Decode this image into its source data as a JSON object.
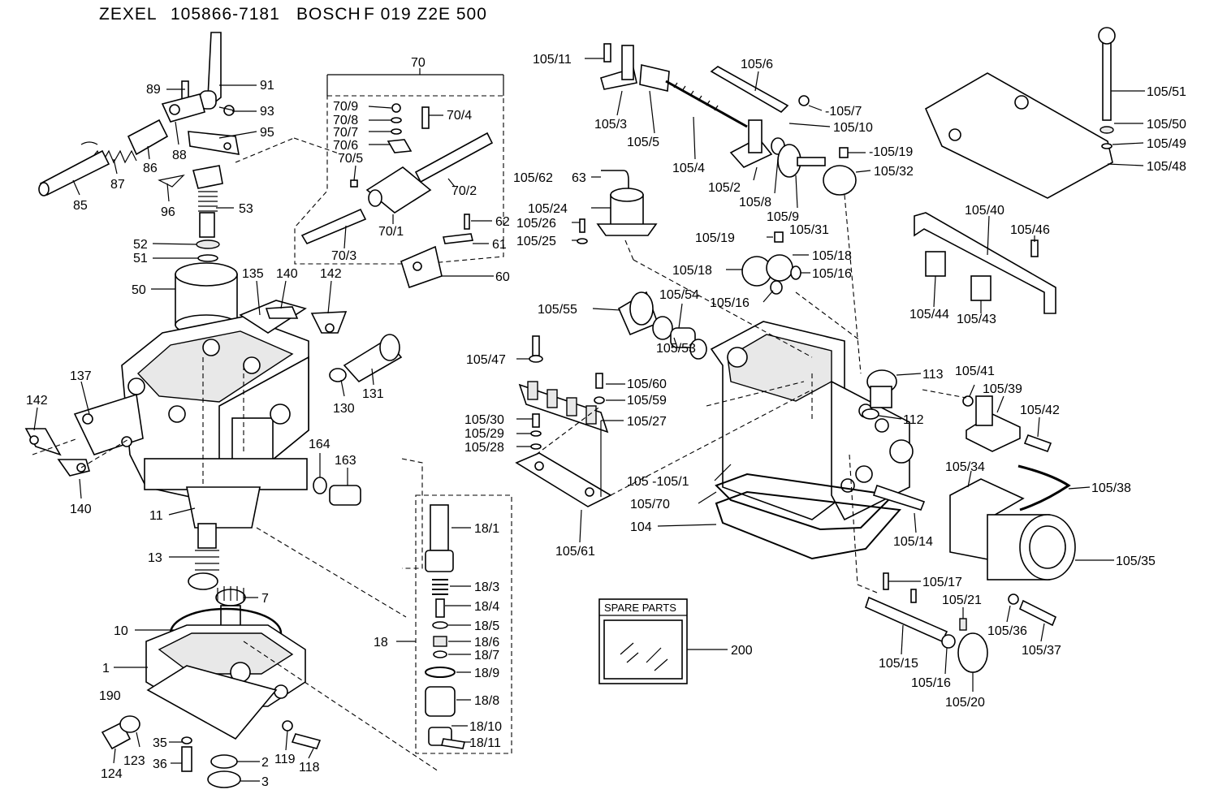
{
  "header": {
    "maker": "ZEXEL",
    "part_number": "105866-7181",
    "brand": "BOSCH",
    "bosch_number": "F 019 Z2E 500"
  },
  "spare_parts_box": {
    "title": "SPARE PARTS",
    "callout": "200"
  },
  "callouts": {
    "c1": "1",
    "c2": "2",
    "c3": "3",
    "c7": "7",
    "c10": "10",
    "c11": "11",
    "c13": "13",
    "c18": "18",
    "c18_1": "18/1",
    "c18_3": "18/3",
    "c18_4": "18/4",
    "c18_5": "18/5",
    "c18_6": "18/6",
    "c18_7": "18/7",
    "c18_9": "18/9",
    "c18_8": "18/8",
    "c18_10": "18/10",
    "c18_11": "18/11",
    "c35": "35",
    "c36": "36",
    "c50": "50",
    "c51": "51",
    "c52": "52",
    "c53": "53",
    "c60": "60",
    "c61": "61",
    "c62": "62",
    "c63": "63",
    "c70": "70",
    "c70_1": "70/1",
    "c70_2": "70/2",
    "c70_3": "70/3",
    "c70_4": "70/4",
    "c70_5": "70/5",
    "c70_6": "70/6",
    "c70_7": "70/7",
    "c70_8": "70/8",
    "c70_9": "70/9",
    "c85": "85",
    "c86": "86",
    "c87": "87",
    "c88": "88",
    "c89": "89",
    "c91": "91",
    "c93": "93",
    "c95": "95",
    "c96": "96",
    "c104": "104",
    "c105_105_1": "105 -105/1",
    "c105_2": "105/2",
    "c105_3": "105/3",
    "c105_4": "105/4",
    "c105_5": "105/5",
    "c105_6": "105/6",
    "c105_7": "-105/7",
    "c105_8": "105/8",
    "c105_9": "105/9",
    "c105_10": "105/10",
    "c105_11": "105/11",
    "c105_14": "105/14",
    "c105_15": "105/15",
    "c105_16a": "105/16",
    "c105_16b": "105/16",
    "c105_16c": "105/16",
    "c105_17": "105/17",
    "c105_18a": "105/18",
    "c105_18b": "105/18",
    "c105_19a": "-105/19",
    "c105_19b": "105/19",
    "c105_20": "105/20",
    "c105_21": "105/21",
    "c105_24": "105/24",
    "c105_25": "105/25",
    "c105_26": "105/26",
    "c105_27": "105/27",
    "c105_28": "105/28",
    "c105_29": "105/29",
    "c105_30": "105/30",
    "c105_31": "105/31",
    "c105_32": "105/32",
    "c105_34": "105/34",
    "c105_35": "105/35",
    "c105_36": "105/36",
    "c105_37": "105/37",
    "c105_38": "105/38",
    "c105_39": "105/39",
    "c105_40": "105/40",
    "c105_41": "105/41",
    "c105_42": "105/42",
    "c105_43": "105/43",
    "c105_44": "105/44",
    "c105_46": "105/46",
    "c105_47": "105/47",
    "c105_48": "105/48",
    "c105_49": "105/49",
    "c105_50": "105/50",
    "c105_51": "105/51",
    "c105_53": "105/53",
    "c105_54": "105/54",
    "c105_55": "105/55",
    "c105_59": "105/59",
    "c105_60": "105/60",
    "c105_61": "105/61",
    "c105_62": "105/62",
    "c105_70": "105/70",
    "c112": "112",
    "c113": "113",
    "c118": "118",
    "c119": "119",
    "c123": "123",
    "c124": "124",
    "c130": "130",
    "c131": "131",
    "c135": "135",
    "c137": "137",
    "c140a": "140",
    "c140b": "140",
    "c142a": "142",
    "c142b": "142",
    "c163": "163",
    "c164": "164",
    "c190": "190"
  }
}
